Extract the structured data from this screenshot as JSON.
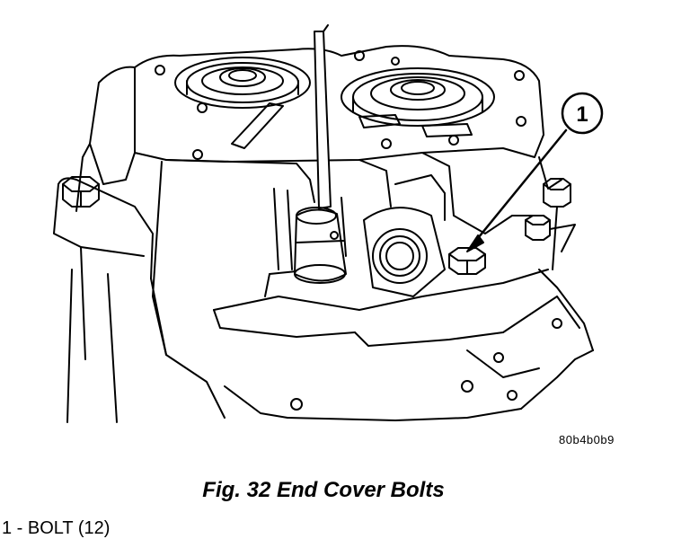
{
  "diagram": {
    "callouts": [
      {
        "number": "1"
      }
    ],
    "image_id": "80b4b0b9",
    "caption": "Fig. 32 End Cover Bolts",
    "legend": [
      {
        "label": "1 - BOLT (12)"
      }
    ]
  }
}
